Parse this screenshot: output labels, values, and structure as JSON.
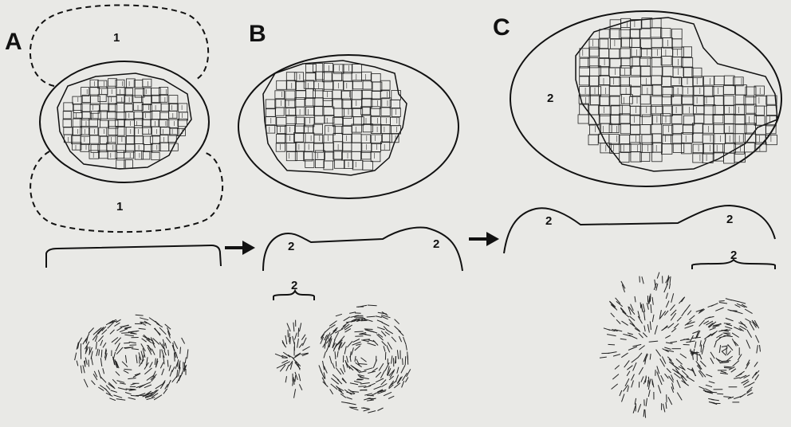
{
  "panels": [
    {
      "id": "A",
      "letter": "A",
      "label_top": "1",
      "label_bottom": "1"
    },
    {
      "id": "B",
      "letter": "B",
      "label_left": "2",
      "label_right": "2",
      "label_brace": "2"
    },
    {
      "id": "C",
      "letter": "C",
      "label_oval": "2",
      "label_left": "2",
      "label_right": "2",
      "label_brace": "2"
    }
  ],
  "colors": {
    "background": "#e9e9e6",
    "ink": "#111111"
  },
  "icons": [
    "arrow-right-icon",
    "arrow-right-icon"
  ]
}
